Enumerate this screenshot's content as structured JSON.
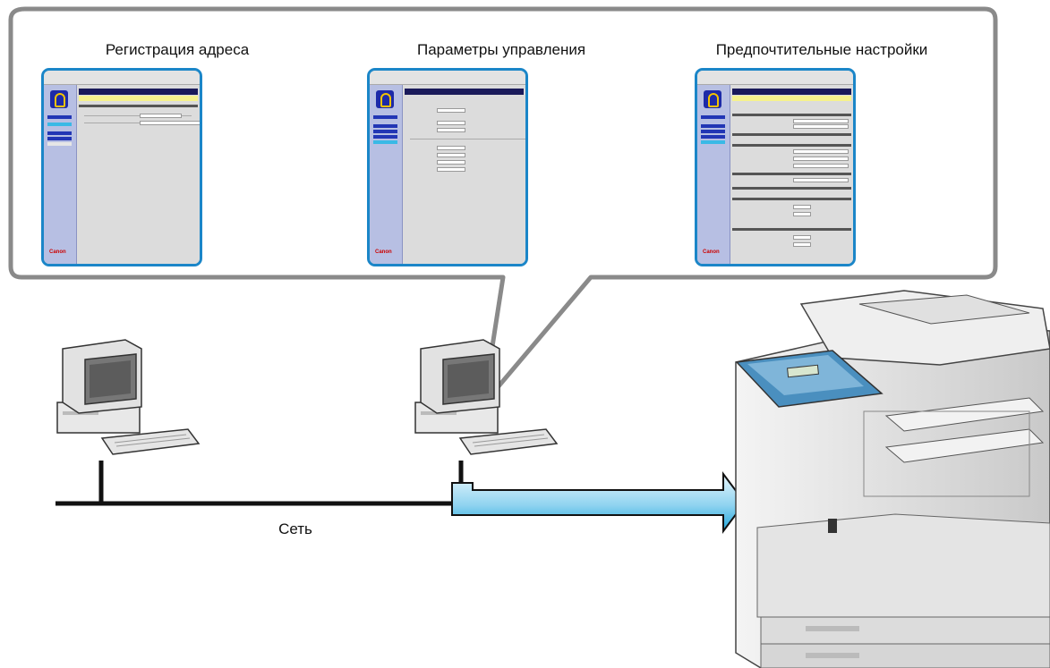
{
  "captions": {
    "address": "Регистрация адреса",
    "management": "Параметры управления",
    "preferences": "Предпочтительные настройки"
  },
  "network_label": "Сеть",
  "colors": {
    "panel_border": "#8a8a8a",
    "screen_border": "#1b86c8",
    "arrow_top": "#d9f2fb",
    "arrow_bottom": "#1fa6db"
  }
}
